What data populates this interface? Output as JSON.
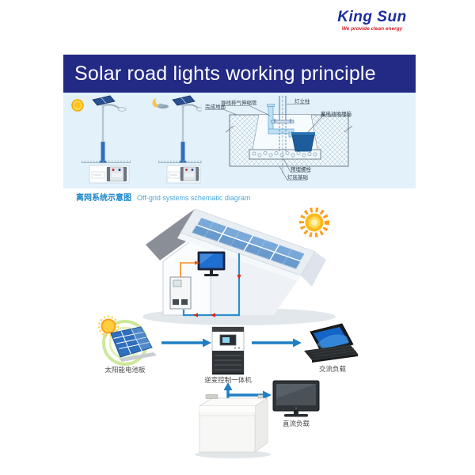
{
  "logo": {
    "brand": "King Sun",
    "tagline": "We provide clean energy"
  },
  "banner": {
    "title": "Solar road lights working principle"
  },
  "street_section": {
    "foundation_labels": {
      "vent_pipe": "导线排气伸缩管",
      "lamp_pole": "灯立柱",
      "battery_box": "蓄电池地埋箱",
      "finished_ground": "完成地面",
      "embedded_bolts": "预埋螺栓",
      "lamp_foundation": "灯底基础"
    }
  },
  "offgrid_section": {
    "caption_zh": "离网系统示意图",
    "caption_en": "Off-grid systems schematic diagram",
    "flow_labels": {
      "solar_panel": "太阳能电池板",
      "inverter": "逆变控制一体机",
      "ac_load": "交流负载",
      "dc_load": "直流负载"
    }
  },
  "colors": {
    "banner_bg": "#232a85",
    "panel_bg": "#e3f1fb",
    "brand_blue": "#1c2d9c",
    "tagline_red": "#d41f26",
    "caption_blue": "#1a85c8",
    "arrow_blue": "#1f7fc4",
    "solar_cell_blue": "#2f6fbd",
    "battery_box_blue": "#1d5d9b"
  }
}
